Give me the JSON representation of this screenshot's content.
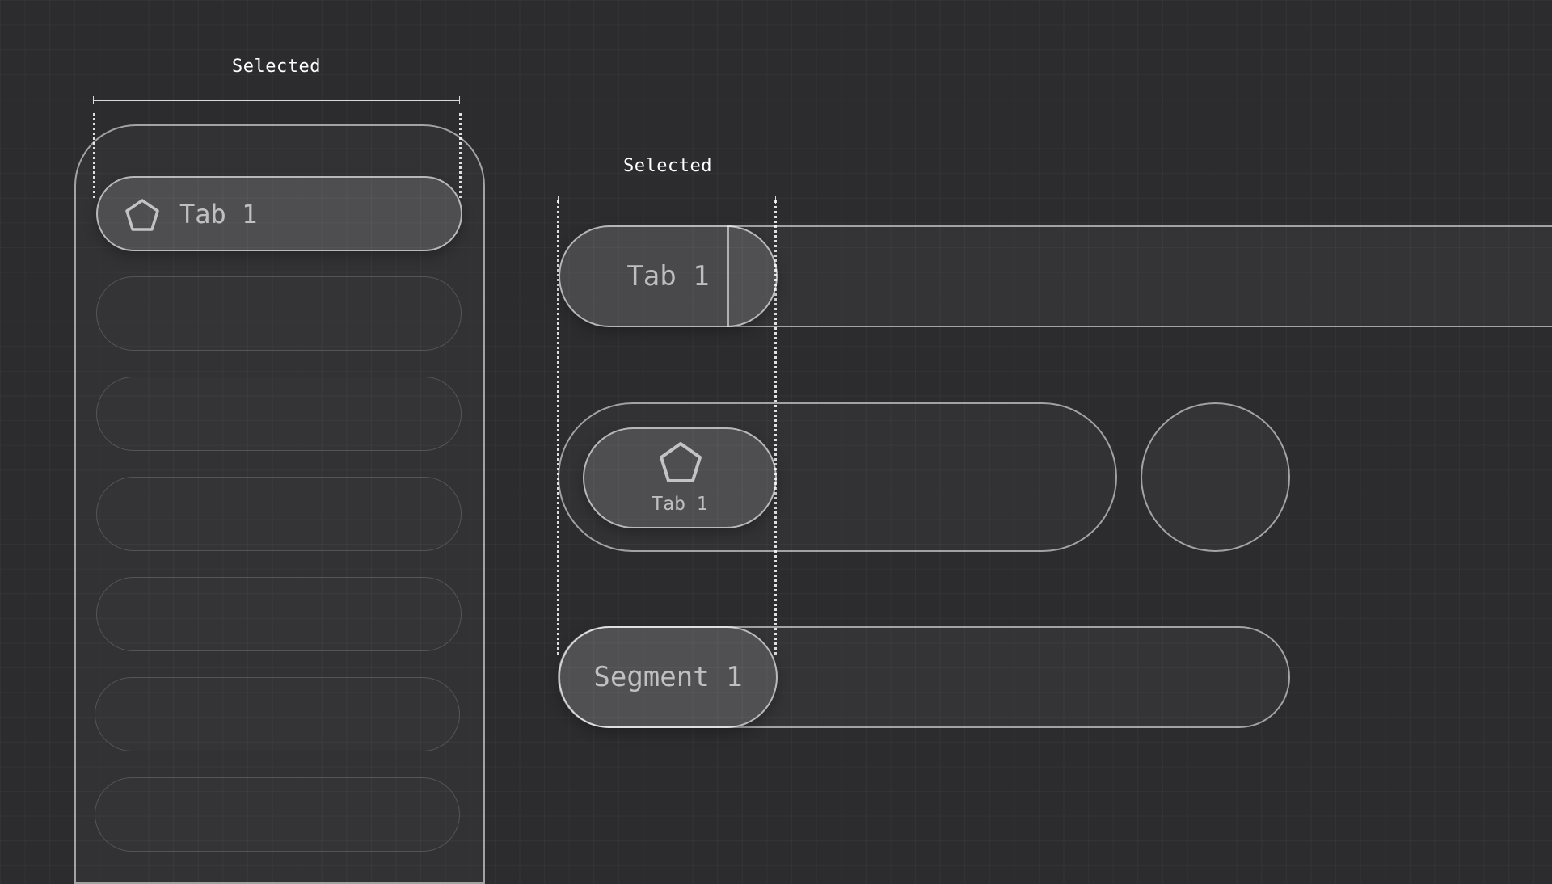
{
  "annotations": {
    "vertical_nav_selected": "Selected",
    "horizontal_selected": "Selected"
  },
  "vertical_nav": {
    "items": [
      {
        "label": "Tab 1",
        "icon": "pentagon-icon",
        "selected": true
      },
      {
        "label": ""
      },
      {
        "label": ""
      },
      {
        "label": ""
      },
      {
        "label": ""
      },
      {
        "label": ""
      },
      {
        "label": ""
      }
    ]
  },
  "tab_bar": {
    "selected_label": "Tab 1"
  },
  "icon_tab_bar": {
    "selected_label": "Tab 1",
    "selected_icon": "pentagon-icon"
  },
  "segmented_control": {
    "selected_label": "Segment 1"
  },
  "colors": {
    "background": "#2c2c2e",
    "outline": "#d9d9d9",
    "text": "#ebebeb"
  }
}
